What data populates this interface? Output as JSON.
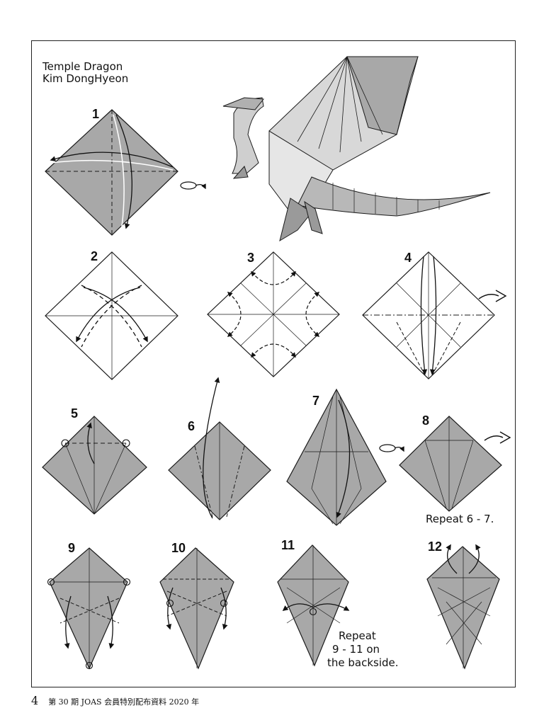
{
  "title": "Temple Dragon",
  "author": "Kim DongHyeon",
  "steps": [
    "1",
    "2",
    "3",
    "4",
    "5",
    "6",
    "7",
    "8",
    "9",
    "10",
    "11",
    "12"
  ],
  "notes": {
    "repeat_6_7": "Repeat 6 - 7.",
    "repeat_9_11_line1": "Repeat",
    "repeat_9_11_line2": "9 - 11 on",
    "repeat_9_11_line3": "the backside."
  },
  "footer": {
    "page_number": "4",
    "publication": "第 30 期 JOAS 会員特別配布資料 2020 年"
  },
  "colors": {
    "paper_fill": "#a8a8a8",
    "line": "#1a1a1a"
  },
  "icons": [
    "turn-over-icon",
    "turn-over-icon",
    "flip-arrow-icon",
    "flip-arrow-icon"
  ]
}
